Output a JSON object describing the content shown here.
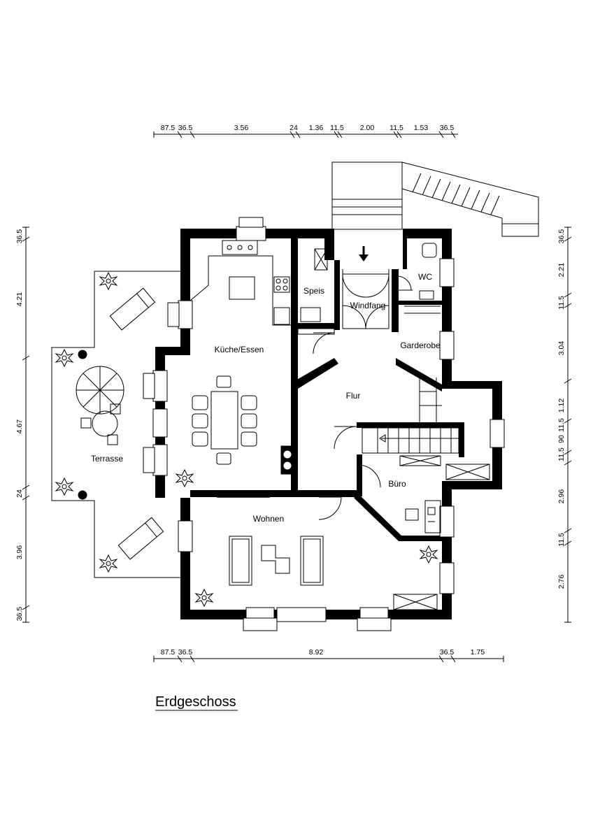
{
  "title": "Erdgeschoss",
  "rooms": {
    "kueche": "Küche/Essen",
    "speis": "Speis",
    "windfang": "Windfang",
    "wc": "WC",
    "garderobe": "Garderobe",
    "flur": "Flur",
    "buero": "Büro",
    "wohnen": "Wohnen",
    "terrasse": "Terrasse"
  },
  "dimensions": {
    "top": [
      "87.5",
      "36.5",
      "3.56",
      "24",
      "1.36",
      "11.5",
      "2.00",
      "11.5",
      "1.53",
      "36.5"
    ],
    "bottom": [
      "87.5",
      "36.5",
      "8.92",
      "36.5",
      "1.75"
    ],
    "left": [
      "36.5",
      "4.21",
      "4.67",
      "24",
      "3.96",
      "36.5"
    ],
    "right": [
      "36.5",
      "2.21",
      "11.5",
      "3.04",
      "1.12",
      "11.5",
      "90",
      "11.5",
      "2.96",
      "11.5",
      "2.76"
    ]
  }
}
